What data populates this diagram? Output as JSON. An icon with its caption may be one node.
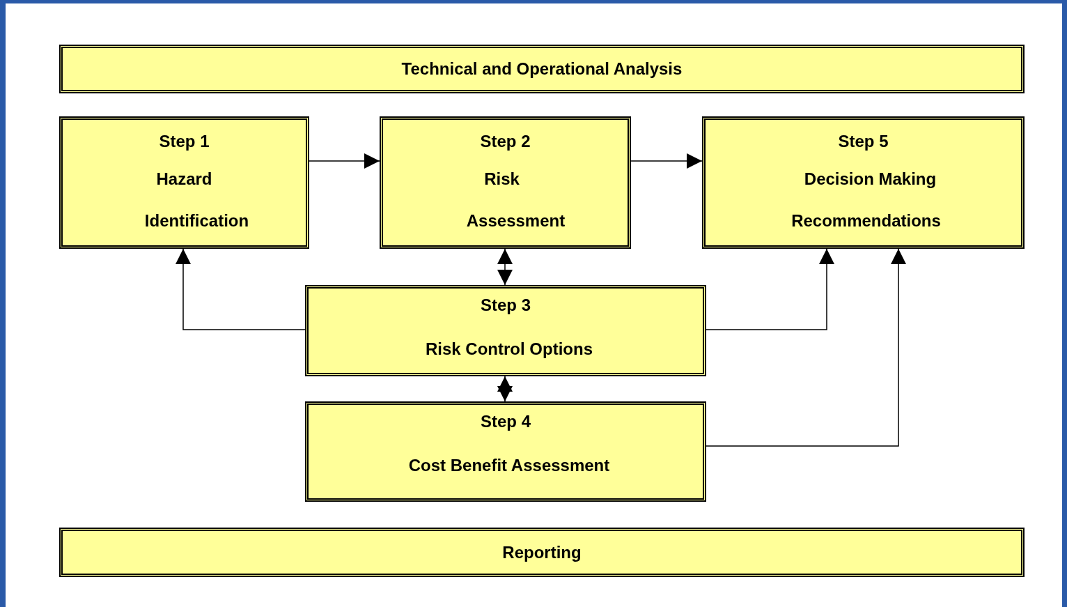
{
  "diagram": {
    "nodes": [
      {
        "text": [
          "Technical and Operational Analysis"
        ]
      },
      {
        "text": [
          "Step 1",
          "Hazard",
          "Identification"
        ]
      },
      {
        "text": [
          "Step 2",
          "Risk",
          "Assessment"
        ]
      },
      {
        "text": [
          "Step 5",
          "Decision Making",
          "Recommendations"
        ]
      },
      {
        "text": [
          "Step 3",
          "Risk Control Options"
        ]
      },
      {
        "text": [
          "Step 4",
          "Cost Benefit Assessment"
        ]
      },
      {
        "text": [
          "Reporting"
        ]
      }
    ],
    "edges": [
      {
        "from": 1,
        "to": 2,
        "arrow": "to"
      },
      {
        "from": 2,
        "to": 3,
        "arrow": "to"
      },
      {
        "from": 2,
        "to": 4,
        "arrow": "both"
      },
      {
        "from": 4,
        "to": 1,
        "arrow": "to"
      },
      {
        "from": 4,
        "to": 3,
        "arrow": "to"
      },
      {
        "from": 5,
        "to": 4,
        "arrow": "both"
      },
      {
        "from": 5,
        "to": 3,
        "arrow": "to"
      }
    ]
  }
}
